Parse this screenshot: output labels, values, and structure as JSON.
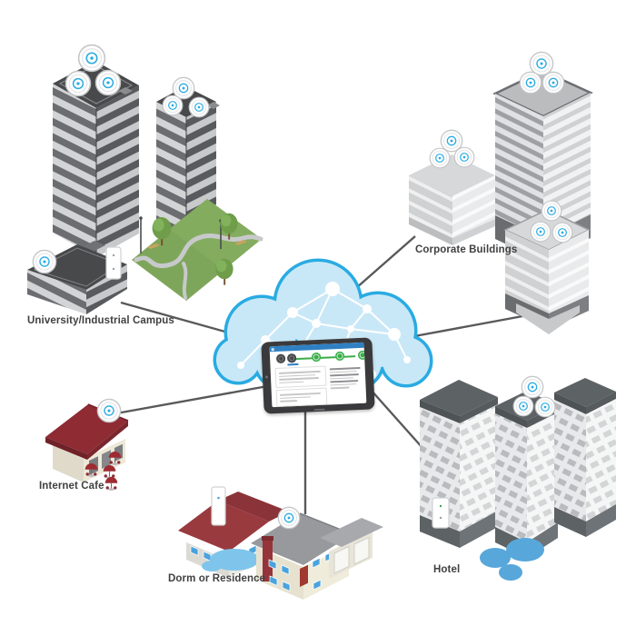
{
  "diagram": {
    "type": "network-topology-illustration",
    "hub": {
      "name": "cloud-controller",
      "icons": [
        "cloud-network-icon",
        "tablet-controller-icon"
      ],
      "tablet_ui": {
        "wizard_steps_total": 5,
        "wizard_steps_dark": 2,
        "wizard_steps_green": 3,
        "footer_items": 3
      }
    },
    "locations": [
      {
        "id": "university-campus",
        "label": "University/Industrial Campus",
        "access_points": 7
      },
      {
        "id": "corporate-buildings",
        "label": "Corporate Buildings",
        "access_points": 9
      },
      {
        "id": "internet-cafe",
        "label": "Internet Cafe",
        "access_points": 1
      },
      {
        "id": "dorm-residence",
        "label": "Dorm or Residence",
        "access_points": 1
      },
      {
        "id": "hotel",
        "label": "Hotel",
        "access_points": 3
      }
    ],
    "icons": {
      "access_point": "unifi-access-point-icon",
      "tree": "tree-icon",
      "umbrella": "cafe-umbrella-icon",
      "pond": "pond-icon"
    },
    "colors": {
      "cloud_stroke": "#29abe2",
      "cloud_fill": "#c9e8f7",
      "mesh": "#ffffff",
      "connection_line": "#58595b",
      "label_text": "#414042",
      "ap_ring": "#2aabe2",
      "wizard_green": "#3aae49",
      "wizard_dark": "#47484a",
      "tablet_header_blue": "#2f80c2",
      "roof_red": "#8e2b33",
      "dorm_roof_red": "#993a3f",
      "grass_green": "#7ea65a",
      "pond_blue_hotel": "#57a7db",
      "pond_blue_dorm": "#7fc5eb",
      "tower_stripe_dark": "#6b6d70",
      "tower_stripe_light": "#d2d4d5"
    }
  }
}
